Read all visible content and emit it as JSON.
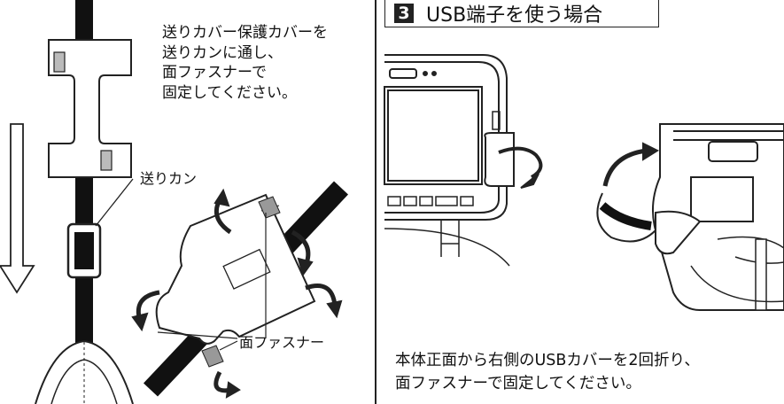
{
  "left": {
    "instruction_lines": [
      "送りカバー保護カバーを",
      "送りカンに通し、",
      "面ファスナーで",
      "固定してください。"
    ],
    "label_okuri_kan": "送りカン",
    "label_fastener": "面ファスナー"
  },
  "right": {
    "step_number": "3",
    "step_title": "USB端子を使う場合",
    "caption_lines": [
      "本体正面から右側のUSBカバーを2回折り、",
      "面ファスナーで固定してください。"
    ]
  }
}
